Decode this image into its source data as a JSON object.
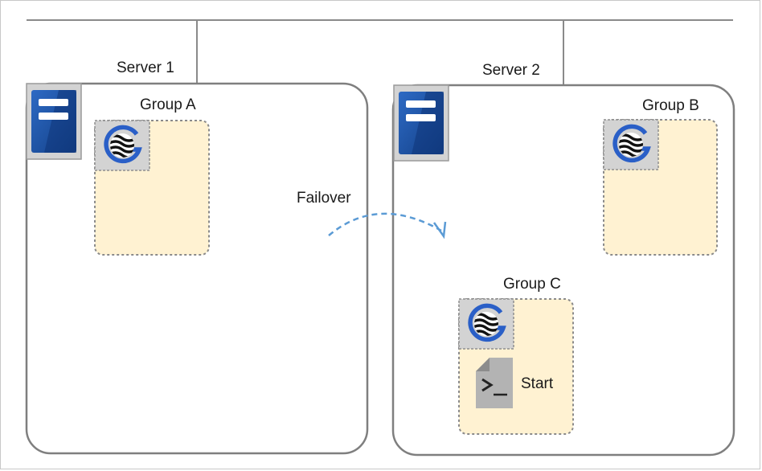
{
  "diagram": {
    "servers": [
      {
        "label": "Server 1",
        "icon": "server-icon"
      },
      {
        "label": "Server 2",
        "icon": "server-icon"
      }
    ],
    "groups": [
      {
        "label": "Group A",
        "icon": "group-resource-icon"
      },
      {
        "label": "Group B",
        "icon": "group-resource-icon"
      },
      {
        "label": "Group C",
        "icon": "group-resource-icon",
        "script_icon": "script-terminal-icon",
        "script_label": "Start"
      }
    ],
    "failover_label": "Failover",
    "colors": {
      "server_blue": "#1d4f9e",
      "group_fill": "#fff2d2",
      "failover_arrow": "#5b9bd5",
      "icon_bg": "#d3d3d3"
    }
  }
}
